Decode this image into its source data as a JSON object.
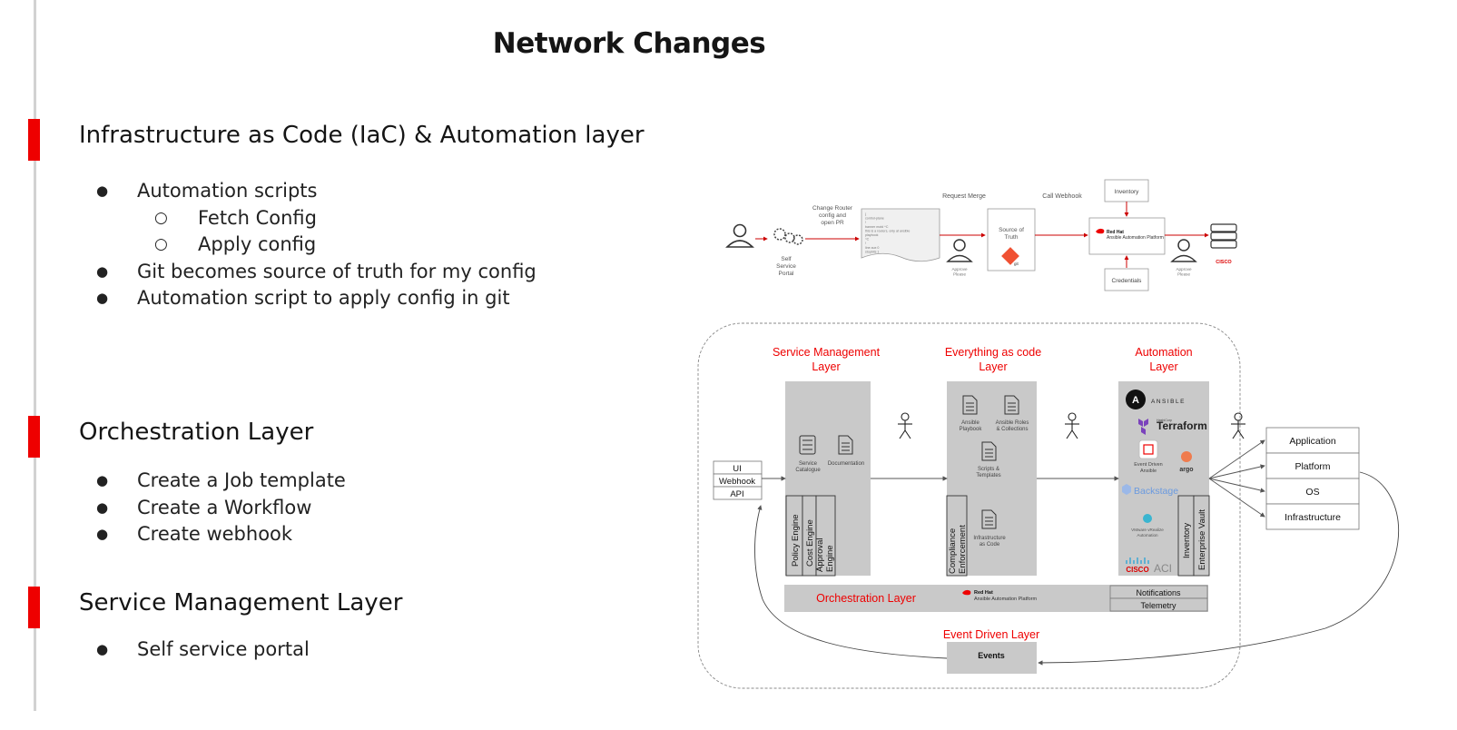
{
  "page": {
    "title": "Network Changes"
  },
  "sections": [
    {
      "heading": "Infrastructure as Code (IaC) & Automation layer",
      "bullets": [
        {
          "text": "Automation scripts",
          "level": 1
        },
        {
          "text": "Fetch Config",
          "level": 2
        },
        {
          "text": "Apply config",
          "level": 2
        },
        {
          "text": "Git becomes source of truth for my config",
          "level": 1
        },
        {
          "text": "Automation script to apply config in git",
          "level": 1
        }
      ]
    },
    {
      "heading": "Orchestration Layer",
      "bullets": [
        {
          "text": "Create a Job template",
          "level": 1
        },
        {
          "text": "Create a Workflow",
          "level": 1
        },
        {
          "text": "Create webhook",
          "level": 1
        }
      ]
    },
    {
      "heading": "Service Management Layer",
      "bullets": [
        {
          "text": "Self service portal",
          "level": 1
        }
      ]
    }
  ],
  "flow_diagram": {
    "portal": "Self Service Portal",
    "change": "Change Router config and open PR",
    "code_lines": [
      "{",
      "control-plane",
      "!",
      "banner motd ^C",
      "this is a routers, only at ansible",
      "playbook",
      "^C",
      "!",
      "line aux 0",
      "stopbits 1"
    ],
    "request_merge": "Request Merge",
    "approve": "Approve Please",
    "source_of_truth": "Source of Truth",
    "git": "git",
    "call_webhook": "Call Webhook",
    "inventory": "Inventory",
    "credentials": "Credentials",
    "platform_brand": "Red Hat",
    "platform_name": "Ansible Automation Platform",
    "cisco": "CISCO"
  },
  "arch_diagram": {
    "service_mgmt": "Service Management Layer",
    "everything_code": "Everything as code Layer",
    "automation": "Automation Layer",
    "inputs": [
      "UI",
      "Webhook",
      "API"
    ],
    "service_catalogue": "Service Catalogue",
    "documentation": "Documentation",
    "engines": [
      "Policy Engine",
      "Cost Engine",
      "Approval Engine"
    ],
    "ansible_playbook": "Ansible Playbook",
    "ansible_roles": "Ansible Roles & Collections",
    "scripts_templates": "Scripts & Templates",
    "compliance": "Compliance Enforcement",
    "iac": "Infrastructure as Code",
    "ansible": "ANSIBLE",
    "terraform_by": "HashiCorp",
    "terraform": "Terraform",
    "event_driven_ansible": "Event Driven Ansible",
    "argo": "argo",
    "backstage": "Backstage",
    "vmware": "VMware vRealize Automation",
    "cisco": "CISCO",
    "aci": "ACI",
    "vault_cols": [
      "Inventory",
      "Enterprise Vault"
    ],
    "targets": [
      "Application",
      "Platform",
      "OS",
      "Infrastructure"
    ],
    "orchestration": "Orchestration Layer",
    "rh_brand": "Red Hat",
    "rh_product": "Ansible Automation Platform",
    "side": [
      "Notifications",
      "Telemetry"
    ],
    "event_layer": "Event Driven Layer",
    "events": "Events"
  },
  "colors": {
    "accent": "#ee0000",
    "panel": "#c9c9c9",
    "rail": "#d2d2d2"
  }
}
